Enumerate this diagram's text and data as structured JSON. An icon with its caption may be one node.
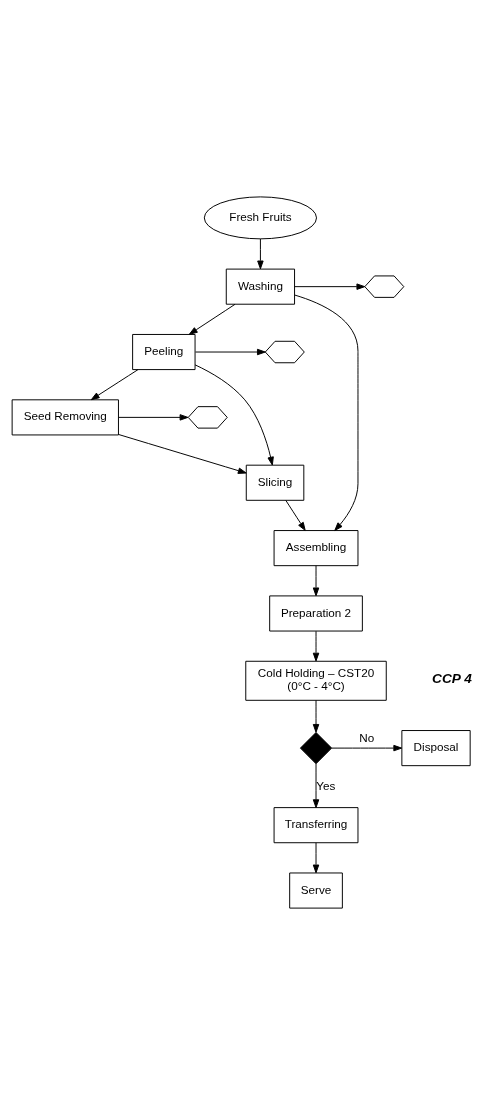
{
  "diagram": {
    "nodes": [
      {
        "text": [
          "Fresh Fruits"
        ]
      },
      {
        "text": [],
        "shape": "hexagon"
      },
      {
        "text": [
          "Washing"
        ]
      },
      {
        "text": [],
        "shape": "hexagon"
      },
      {
        "text": [
          "Peeling"
        ]
      },
      {
        "text": [],
        "shape": "hexagon"
      },
      {
        "text": [
          "Seed Removing"
        ]
      },
      {
        "text": [
          "Slicing"
        ]
      },
      {
        "text": [
          "Assembling"
        ]
      },
      {
        "text": [
          "Preparation 2"
        ]
      },
      {
        "text": [
          "Cold Holding – CST20 (0°C - 4°C)"
        ],
        "beside": [
          "CCP 4"
        ]
      },
      {
        "text": [
          "Disposal"
        ]
      },
      {
        "text": [],
        "shape": "diamond"
      },
      {
        "text": [
          "Transferring"
        ]
      },
      {
        "text": [
          "Serve"
        ]
      }
    ],
    "edges": [
      {
        "from": 0,
        "to": 2,
        "arrow": "to"
      },
      {
        "from": 2,
        "to": 1,
        "arrow": "to"
      },
      {
        "from": 2,
        "to": 4,
        "arrow": "to"
      },
      {
        "from": 4,
        "to": 3,
        "arrow": "to"
      },
      {
        "from": 4,
        "to": 6,
        "arrow": "to"
      },
      {
        "from": 6,
        "to": 5,
        "arrow": "to"
      },
      {
        "from": 6,
        "to": 7,
        "arrow": "to"
      },
      {
        "from": 4,
        "to": 7,
        "arrow": "to"
      },
      {
        "from": 7,
        "to": 8,
        "arrow": "to"
      },
      {
        "from": 2,
        "to": 8,
        "arrow": "to"
      },
      {
        "from": 8,
        "to": 9,
        "arrow": "to"
      },
      {
        "from": 9,
        "to": 10,
        "arrow": "to"
      },
      {
        "from": 10,
        "to": 12,
        "arrow": "to"
      },
      {
        "from": 12,
        "to": 11,
        "label": "No",
        "arrow": "to"
      },
      {
        "from": 12,
        "to": 13,
        "label": "Yes",
        "arrow": "to"
      },
      {
        "from": 13,
        "to": 14,
        "arrow": "to"
      }
    ]
  }
}
